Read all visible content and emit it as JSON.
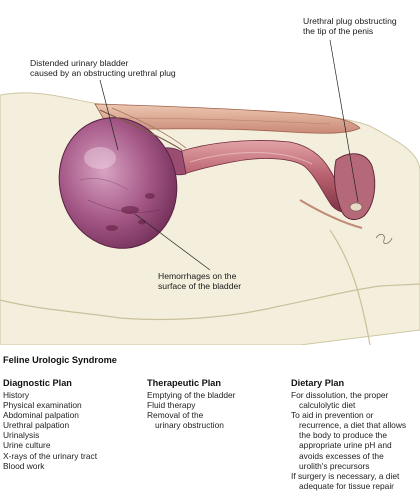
{
  "callouts": {
    "urethral_plug": [
      "Urethral plug obstructing",
      "the tip of the penis"
    ],
    "bladder": [
      "Distended urinary bladder",
      "caused by an obstructing urethral plug"
    ],
    "hemorrhages": [
      "Hemorrhages on the",
      "surface of the bladder"
    ]
  },
  "title": "Feline Urologic Syndrome",
  "plans": {
    "diagnostic": {
      "heading": "Diagnostic Plan",
      "items": [
        [
          "History"
        ],
        [
          "Physical examination"
        ],
        [
          "Abdominal palpation"
        ],
        [
          "Urethral palpation"
        ],
        [
          "Urinalysis"
        ],
        [
          "Urine culture"
        ],
        [
          "X-rays of the urinary tract"
        ],
        [
          "Blood work"
        ]
      ]
    },
    "therapeutic": {
      "heading": "Therapeutic Plan",
      "items": [
        [
          "Emptying of the bladder"
        ],
        [
          "Fluid therapy"
        ],
        [
          "Removal of the",
          "urinary obstruction"
        ]
      ]
    },
    "dietary": {
      "heading": "Dietary Plan",
      "items": [
        [
          "For dissolution, the proper",
          "calculolytic diet"
        ],
        [
          "To aid in prevention or",
          "recurrence, a diet that allows",
          "the body to produce the",
          "appropriate urine pH and",
          "avoids excesses of the",
          "urolith's precursors"
        ],
        [
          "If surgery is necessary, a diet",
          "adequate for tissue repair"
        ]
      ]
    }
  },
  "colors": {
    "bladder": "#9c4a78",
    "urethra": "#b85a6a",
    "fur": "#f2ecd6",
    "tissue": "#d9a08a"
  }
}
